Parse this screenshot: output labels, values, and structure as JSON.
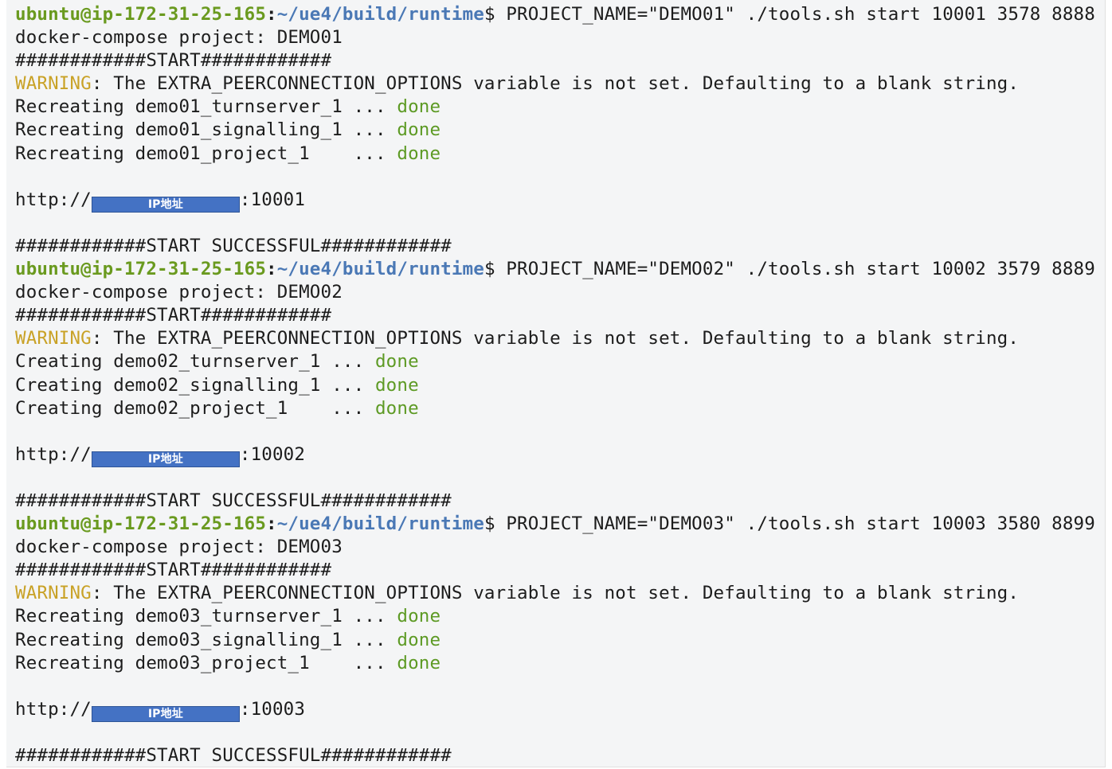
{
  "prompt": {
    "user_host": "ubuntu@ip-172-31-25-165",
    "separator": ":",
    "path": "~/ue4/build/runtime",
    "symbol": "$"
  },
  "redaction_label": "IP地址",
  "blocks": [
    {
      "command": " PROJECT_NAME=\"DEMO01\" ./tools.sh start 10001 3578 8888",
      "compose_project": "docker-compose project: DEMO01",
      "start_banner": "############START############",
      "warning_label": "WARNING",
      "warning_text": ": The EXTRA_PEERCONNECTION_OPTIONS variable is not set. Defaulting to a blank string.",
      "services": [
        {
          "text": "Recreating demo01_turnserver_1 ... ",
          "status": "done"
        },
        {
          "text": "Recreating demo01_signalling_1 ... ",
          "status": "done"
        },
        {
          "text": "Recreating demo01_project_1    ... ",
          "status": "done"
        }
      ],
      "url_prefix": "http://",
      "url_port": ":10001",
      "success_banner": "############START SUCCESSFUL############"
    },
    {
      "command": " PROJECT_NAME=\"DEMO02\" ./tools.sh start 10002 3579 8889",
      "compose_project": "docker-compose project: DEMO02",
      "start_banner": "############START############",
      "warning_label": "WARNING",
      "warning_text": ": The EXTRA_PEERCONNECTION_OPTIONS variable is not set. Defaulting to a blank string.",
      "services": [
        {
          "text": "Creating demo02_turnserver_1 ... ",
          "status": "done"
        },
        {
          "text": "Creating demo02_signalling_1 ... ",
          "status": "done"
        },
        {
          "text": "Creating demo02_project_1    ... ",
          "status": "done"
        }
      ],
      "url_prefix": "http://",
      "url_port": ":10002",
      "success_banner": "############START SUCCESSFUL############"
    },
    {
      "command": " PROJECT_NAME=\"DEMO03\" ./tools.sh start 10003 3580 8899",
      "compose_project": "docker-compose project: DEMO03",
      "start_banner": "############START############",
      "warning_label": "WARNING",
      "warning_text": ": The EXTRA_PEERCONNECTION_OPTIONS variable is not set. Defaulting to a blank string.",
      "services": [
        {
          "text": "Recreating demo03_turnserver_1 ... ",
          "status": "done"
        },
        {
          "text": "Recreating demo03_signalling_1 ... ",
          "status": "done"
        },
        {
          "text": "Recreating demo03_project_1    ... ",
          "status": "done"
        }
      ],
      "url_prefix": "http://",
      "url_port": ":10003",
      "success_banner": "############START SUCCESSFUL############"
    }
  ]
}
